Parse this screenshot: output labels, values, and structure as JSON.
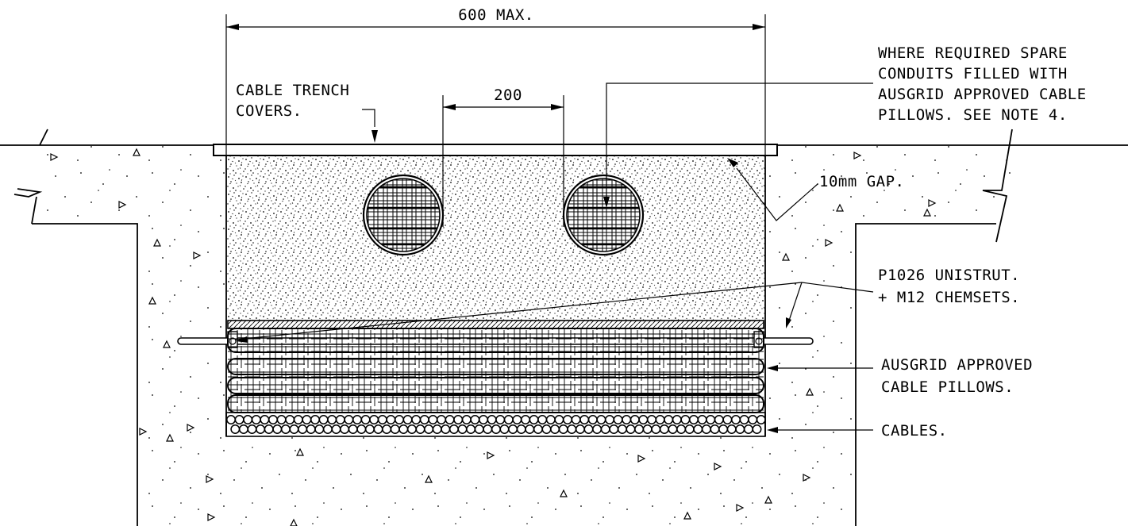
{
  "drawing": {
    "dimensions": {
      "overall_width": "600 MAX.",
      "conduit_spacing": "200"
    },
    "annotations": {
      "covers": [
        "CABLE TRENCH",
        "COVERS."
      ],
      "spare_conduits": [
        "WHERE REQUIRED SPARE",
        "CONDUITS FILLED WITH",
        "AUSGRID APPROVED CABLE",
        "PILLOWS. SEE NOTE 4."
      ],
      "gap": "10mm GAP.",
      "unistrut": [
        "P1026 UNISTRUT.",
        "+ M12 CHEMSETS."
      ],
      "pillows": [
        "AUSGRID APPROVED",
        "CABLE PILLOWS."
      ],
      "cables": "CABLES."
    },
    "line_color": "#000000",
    "background": "#ffffff"
  }
}
